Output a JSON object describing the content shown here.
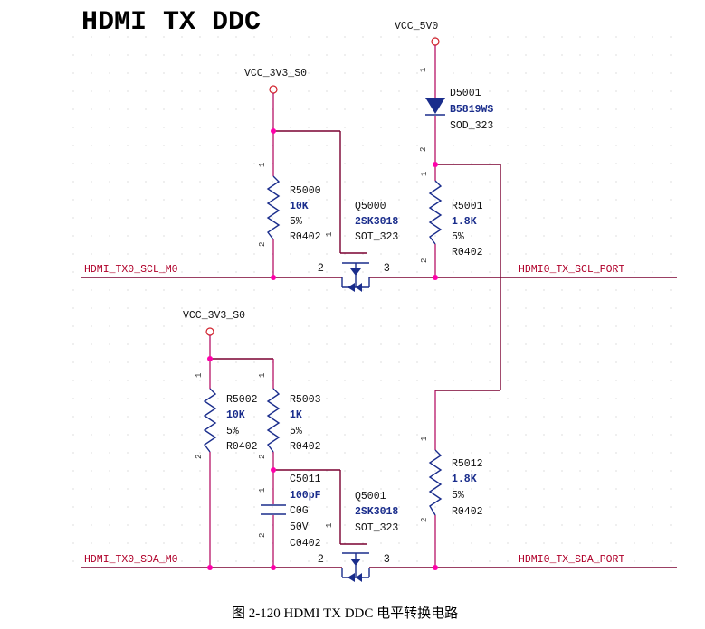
{
  "title": "HDMI TX DDC",
  "caption": "图 2-120 HDMI TX DDC 电平转换电路",
  "colors": {
    "net_label": "#b0002a",
    "component": "#1a2d8c",
    "junction": "#ff00aa",
    "wire": "#b0005a"
  },
  "power": {
    "vcc5": "VCC_5V0",
    "vcc33_top": "VCC_3V3_S0",
    "vcc33_bottom": "VCC_3V3_S0"
  },
  "nets": {
    "scl_left": "HDMI_TX0_SCL_M0",
    "scl_right": "HDMI0_TX_SCL_PORT",
    "sda_left": "HDMI_TX0_SDA_M0",
    "sda_right": "HDMI0_TX_SDA_PORT"
  },
  "components": {
    "d5001": {
      "ref": "D5001",
      "value": "B5819WS",
      "package": "SOD_323"
    },
    "r5000": {
      "ref": "R5000",
      "value": "10K",
      "tol": "5%",
      "package": "R0402"
    },
    "r5001": {
      "ref": "R5001",
      "value": "1.8K",
      "tol": "5%",
      "package": "R0402"
    },
    "q5000": {
      "ref": "Q5000",
      "value": "2SK3018",
      "package": "SOT_323"
    },
    "r5002": {
      "ref": "R5002",
      "value": "10K",
      "tol": "5%",
      "package": "R0402"
    },
    "r5003": {
      "ref": "R5003",
      "value": "1K",
      "tol": "5%",
      "package": "R0402"
    },
    "c5011": {
      "ref": "C5011",
      "value": "100pF",
      "dielectric": "C0G",
      "voltage": "50V",
      "package": "C0402"
    },
    "q5001": {
      "ref": "Q5001",
      "value": "2SK3018",
      "package": "SOT_323"
    },
    "r5012": {
      "ref": "R5012",
      "value": "1.8K",
      "tol": "5%",
      "package": "R0402"
    }
  },
  "pins": {
    "p1": "1",
    "p2": "2",
    "p3": "3"
  }
}
